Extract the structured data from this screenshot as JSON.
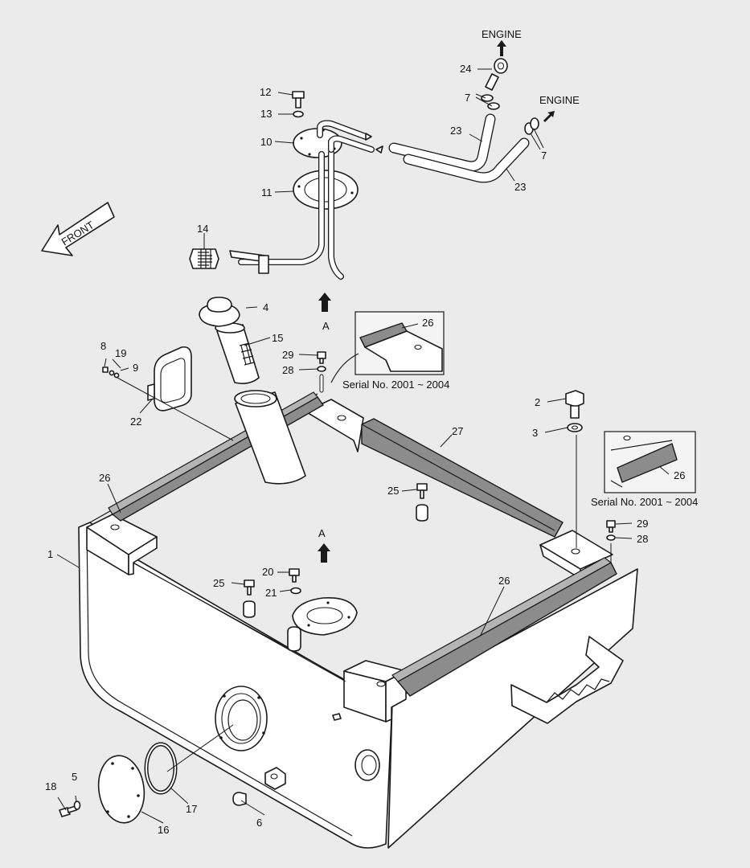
{
  "parts": {
    "p1": "1",
    "p2": "2",
    "p3": "3",
    "p4": "4",
    "p5": "5",
    "p6": "6",
    "p7a": "7",
    "p7b": "7",
    "p8": "8",
    "p9": "9",
    "p10": "10",
    "p11": "11",
    "p12": "12",
    "p13": "13",
    "p14": "14",
    "p15": "15",
    "p16": "16",
    "p17": "17",
    "p18": "18",
    "p19": "19",
    "p20": "20",
    "p21": "21",
    "p22": "22",
    "p23a": "23",
    "p23b": "23",
    "p24": "24",
    "p25a": "25",
    "p25b": "25",
    "p26a": "26",
    "p26b": "26",
    "p26c": "26",
    "p26d": "26",
    "p27": "27",
    "p28a": "28",
    "p28b": "28",
    "p29a": "29",
    "p29b": "29"
  },
  "engine_labels": [
    "ENGINE",
    "ENGINE"
  ],
  "front_label": "FRONT",
  "view_a": [
    "A",
    "A"
  ],
  "serial_notes": [
    "Serial No. 2001 ~ 2004",
    "Serial No. 2001 ~ 2004"
  ]
}
